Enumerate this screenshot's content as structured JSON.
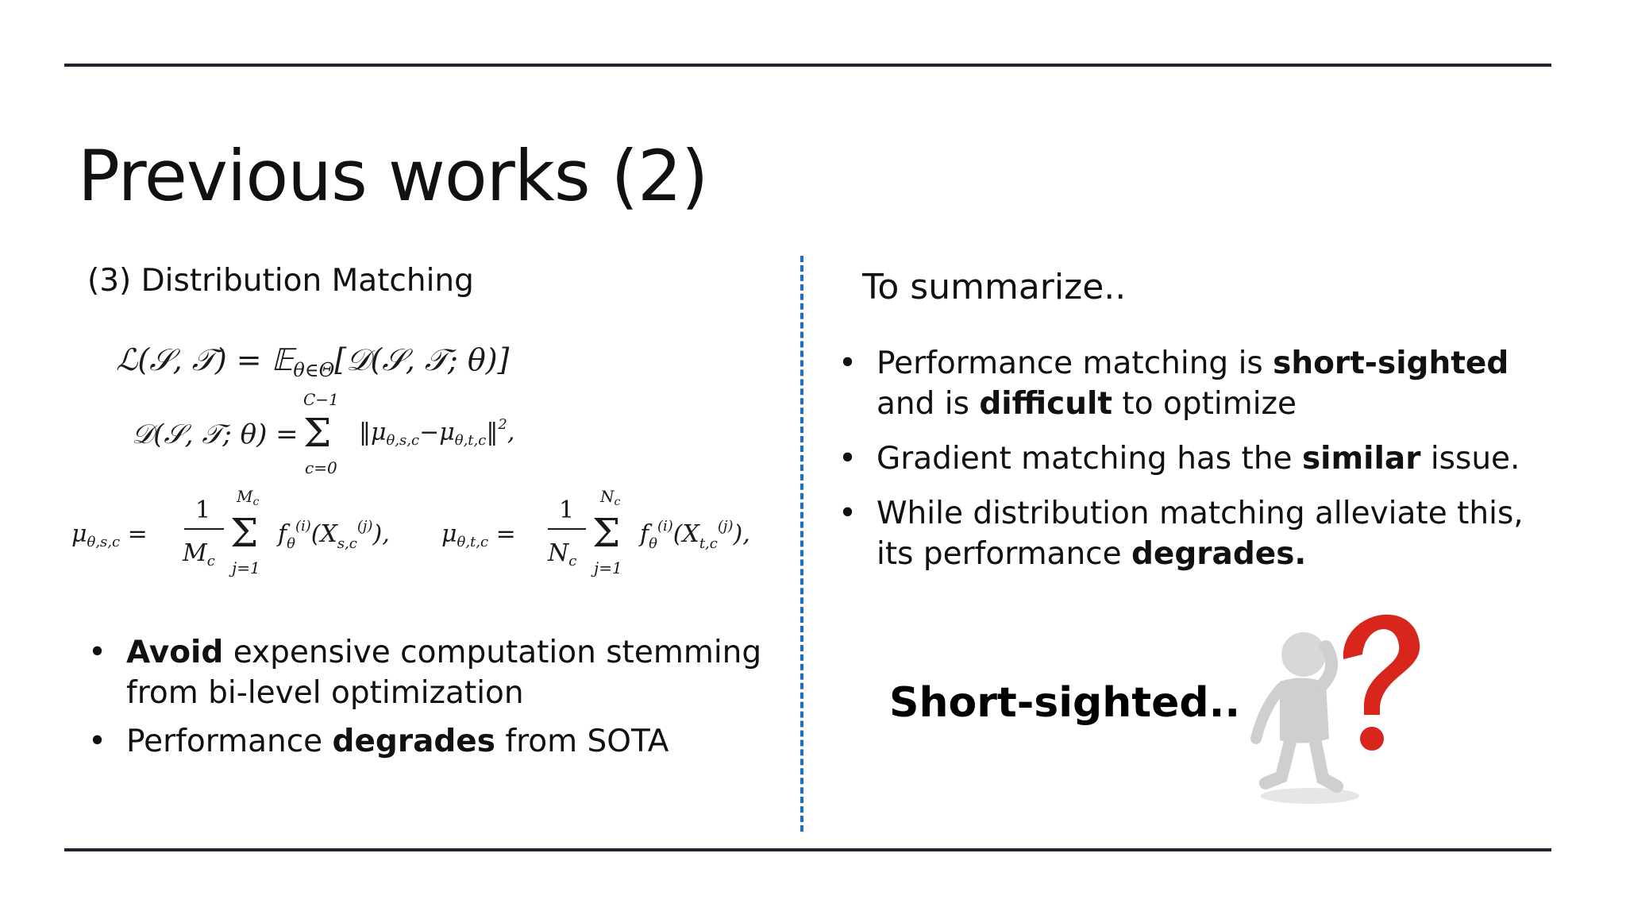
{
  "slide": {
    "title": "Previous works (2)"
  },
  "left": {
    "heading": "(3) Distribution Matching",
    "bullets": [
      {
        "bold": "Avoid",
        "rest": " expensive computation stemming from bi-level optimization"
      },
      {
        "pre": "Performance ",
        "bold": "degrades",
        "post": " from SOTA"
      }
    ]
  },
  "right": {
    "heading": "To summarize..",
    "bullets": [
      {
        "a": "Performance matching is ",
        "b1": "short-sighted",
        "c": " and is ",
        "b2": "difficult",
        "d": " to optimize"
      },
      {
        "a": "Gradient matching has the ",
        "b1": "similar",
        "c": " issue."
      },
      {
        "a": "While distribution matching alleviate this, its performance ",
        "b1": "degrades."
      }
    ],
    "callout": "Short-sighted..",
    "figure_icon": "thinking-person-question-mark-icon"
  },
  "bullet_glyph": "•",
  "colors": {
    "rule": "#1f232a",
    "divider": "#1f6fc0",
    "question_mark": "#d9261c"
  }
}
